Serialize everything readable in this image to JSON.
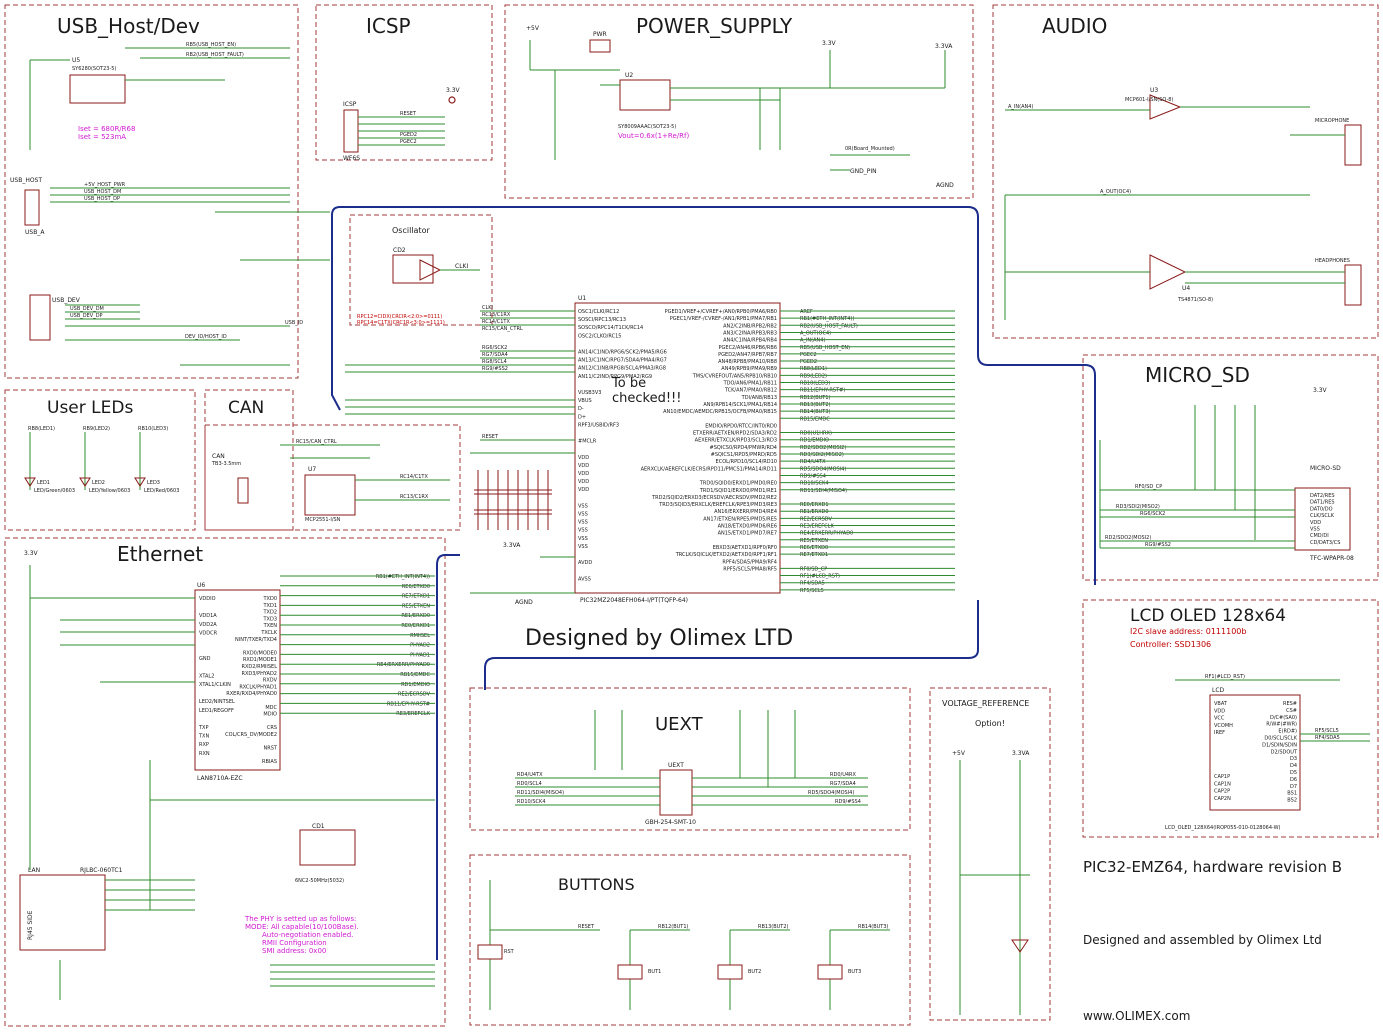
{
  "blocks": {
    "usb": "USB_Host/Dev",
    "icsp": "ICSP",
    "power": "POWER_SUPPLY",
    "audio": "AUDIO",
    "leds": "User LEDs",
    "can": "CAN",
    "micro_sd": "MICRO_SD",
    "ethernet": "Ethernet",
    "uext": "UEXT",
    "buttons": "BUTTONS",
    "voltage_ref": "VOLTAGE_REFERENCE",
    "lcd": "LCD OLED 128x64",
    "oscillator": "Oscillator"
  },
  "notes": {
    "to_be_checked": [
      "To be",
      "checked!!!"
    ],
    "designed_by": "Designed by Olimex LTD",
    "revision": "PIC32-EMZ64, hardware revision B",
    "assembled": "Designed and assembled by Olimex Ltd",
    "website": "www.OLIMEX.com",
    "option": "Option!",
    "i2c_addr": "I2C slave address: 0111100b",
    "controller": "Controller: SSD1306",
    "vout": "Vout=0.6x(1+Re/Rf)",
    "iset1": "Iset = 680R/R68",
    "iset2": "Iset = 523mA",
    "phy_note": [
      "The PHY is setted up as follows:",
      "MODE: All capable(10/100Base).",
      "Auto-negotiation enabled.",
      "RMII Configuration",
      "SMI address: 0x00"
    ],
    "osc_note1": "RPC12=CIDX(CRCIR<2:0>=0111)",
    "osc_note2": "RPC14=C1TX(CRC1R<3:0>=1111)"
  },
  "parts": {
    "mcu": "U1",
    "mcu_name": "PIC32MZ2048EFH064-I/PT(TQFP-64)",
    "u5": "U5",
    "u5_name": "SY6280(SOT23-5)",
    "u2": "U2",
    "u2_name": "SY8009AAAC(SOT23-5)",
    "u3": "U3",
    "u3_name": "MCP601-I/SN(SO-8)",
    "u4": "U4",
    "u4_name": "TS4871(SO-8)",
    "u6": "U6",
    "u6_name": "LAN8710A-EZC",
    "u7": "U7",
    "u7_name": "MCP2551-I/SN",
    "lan": "LAN",
    "lan_name": "RJLBC-060TC1",
    "rj45": "RJ45 SIDE",
    "cd1": "CD1",
    "cd1_name": "6NC2-50MHz(5032)",
    "cd2": "CD2",
    "uext": "UEXT",
    "uext_name": "GBH-254-SMT-10",
    "micro_sd": "MICRO-SD",
    "micro_sd_name": "TFC-WPAPR-08",
    "lcd": "LCD",
    "lcd_name": "LCD_OLED_128X64(IROP055-010-0128064-W)",
    "icsp": "ICSP",
    "icsp_name": "WF6S",
    "usb_host": "USB_HOST",
    "usb_a": "USB_A",
    "usb_dev": "USB_DEV",
    "pwr": "PWR",
    "microphone": "MICROPHONE",
    "headphones": "HEADPHONES",
    "can": "CAN",
    "can_name": "TB3-3.5mm"
  },
  "mcu_left_pins": [
    "OSC1/CLKI/RC12",
    "SOSCI/RPC13/RC13",
    "SOSCO/RPC14/T1CK/RC14",
    "OSC2/CLKO/RC15",
    "",
    "AN14/C1IND/RPG6/SCK2/PMA5/RG6",
    "AN13/C1INC/RPG7/SDA4/PMA4/RG7",
    "AN12/C1INB/RPG8/SCL4/PMA3/RG8",
    "AN11/C2IND/RPG9/PMA2/RG9",
    "",
    "VUSB3V3",
    "VBUS",
    "D-",
    "D+",
    "RPF3/USBID/RF3",
    "",
    "#MCLR",
    "",
    "VDD",
    "VDD",
    "VDD",
    "VDD",
    "VDD",
    "",
    "VSS",
    "VSS",
    "VSS",
    "VSS",
    "VSS",
    "VSS",
    "",
    "AVDD",
    "",
    "AVSS"
  ],
  "mcu_right_pins": [
    "PGED1/VREF+/CVREF+/AN0/RPB0/PMA6/RB0",
    "PGEC1/VREF-/CVREF-/AN1/RPB1/PMA7/RB1",
    "AN2/C2INB/RPB2/RB2",
    "AN3/C2INA/RPB3/RB3",
    "AN4/C1INA/RPB4/RB4",
    "PGEC2/AN46/RPB6/RB6",
    "PGED2/AN47/RPB7/RB7",
    "AN48/RPB8/PMA10/RB8",
    "AN49/RPB9/PMA9/RB9",
    "TMS/CVREFOUT/AN5/RPB10/RB10",
    "TDO/AN6/PMA1/RB11",
    "TCK/AN7/PMA0/RB12",
    "TDI/AN8/RB13",
    "AN9/RPB14/SCK1/PMA1/RB14",
    "AN10/EMDC/AEMDC/RPB15/OCFB/PMA0/RB15",
    "",
    "EMDIO/RPD0/RTCC/INT0/RD0",
    "ETXERR/AETXEN/RPD2/SDA3/RD2",
    "AEXERR/ETXCLK/RPD3/SCL3/RD3",
    "#SQICS0/RPD4/PMWR/RD4",
    "#SQICS1/RPD5/PMRD/RD5",
    "ECOL/RPD10/SCL4/RD10",
    "AERXCLK/AEREFCLK/ECRS/RPD11/PMCS1/PMA14/RD11",
    "",
    "TRD0/SQID0/ERXD1/PMD0/RE0",
    "TRD1/SQID1/ERXD0/PMD1/RE1",
    "TRD2/SQID2/ERXD3/ECRSDV/AECRSDV/PMD2/RE2",
    "TRD3/SQID3/ERXCLK/EREFCLK/RPE3/PMD3/RE3",
    "AN16/ERXERR/PMD4/RE4",
    "AN17/ETXEN/RPE5/PMD5/RE5",
    "AN18/ETXD0/PMD6/RE6",
    "AN15/ETXD1/PMD7/RE7",
    "",
    "EBXD3/AETXD1/RPF0/RF0",
    "TRCLK/SQICLK/ETXD2/AETXD0/RPF1/RF1",
    "RPF4/SDA5/PMA9/RF4",
    "RPF5/SCL5/PMA8/RF5"
  ],
  "mcu_right_nets": [
    "AREF",
    "RB1(#ETH_INT(INT4))",
    "RB2(USB_HOST_FAULT)",
    "A_OUT(OC4)",
    "A_IN(AN4)",
    "RB5(USB_HOST_EN)",
    "PGEC2",
    "PGED2",
    "RB8(LED1)",
    "RB9(LED2)",
    "RB10(LED3)",
    "RB11(EPHY-RST#)",
    "RB12(BUT1)",
    "RB13(BUT2)",
    "RB14(BUT3)",
    "RB15/EMDC",
    "",
    "RD0(U1HRX)",
    "RD1/EMDIO",
    "RD2/SDO2(MOSI2)",
    "RD3/SDI2(MISO2)",
    "RD4/U4TX",
    "RD5/SDO4(MOSI4)",
    "RD9/#SS4",
    "RD10/SCK4",
    "RD11/SDI4(MISO4)",
    "",
    "RE0/ERXD1",
    "RE1/ERXD0",
    "RE2/ECRSDV",
    "RE3/EREFCLK",
    "RE4/ERXERR/PHYAD0",
    "RE5/ETXEN",
    "RE6/ETXD0",
    "RE7/ETXD1",
    "",
    "RF0/SD_CP",
    "RF1(#LCD_RST)",
    "RF4/SDA5",
    "RF5/SCL5"
  ],
  "phy_left_pins": [
    "VDDIO",
    "",
    "VDD1A",
    "VDD2A",
    "VDDCR",
    "",
    "",
    "GND",
    "",
    "XTAL2",
    "XTAL1/CLKIN",
    "",
    "LED2/NINTSEL",
    "LED1/REGOFF",
    "",
    "TXP",
    "TXN",
    "RXP",
    "RXN"
  ],
  "phy_right_pins": [
    "TXD0",
    "TXD1",
    "TXD2",
    "TXD3",
    "TXEN",
    "TXCLK",
    "NINT/TXER/TXD4",
    "",
    "RXD0/MODE0",
    "RXD1/MODE1",
    "RXD2/RMIISEL",
    "RXD3/PHYAD2",
    "RXDV",
    "RXCLK/PHYAD1",
    "RXER/RXD4/PHYAD0",
    "",
    "MDC",
    "MDIO",
    "",
    "CRS",
    "COL/CRS_DV/MODE2",
    "",
    "NRST",
    "",
    "RBIAS"
  ],
  "eth_nets": [
    "RB1(#ETH_INT(INT4))",
    "RE6/ETXD0",
    "RE7/ETXD1",
    "RE5/ETXEN",
    "RE1/ERXD0",
    "RE0/ERXD1",
    "RMIISEL",
    "PHYAD2",
    "PHYAD1",
    "RE4/ERXERR/PHYAD0",
    "RB15/EMDC",
    "RD1/EMDIO",
    "RE2/ECRSDV",
    "RB11/EPHY-RST#",
    "RE3/EREFCLK",
    "RE4/ERXERR/PHYAD0",
    "PHYAD1",
    "PHYAD2",
    "RMIISEL"
  ],
  "uext_nets_left": [
    "RD4/U4TX",
    "RD0/SCL4",
    "RD11/SDI4(MISO4)",
    "RD10/SCK4"
  ],
  "uext_nets_right": [
    "RD0/U4RX",
    "RG7/SDA4",
    "RD5/SDO4(MOSI4)",
    "RD9/#SS4"
  ],
  "buttons": [
    "RST",
    "BUT1",
    "BUT2",
    "BUT3"
  ],
  "button_nets": [
    "RESET",
    "RB12(BUT1)",
    "RB13(BUT2)",
    "RB14(BUT3)"
  ],
  "leds": [
    "LED1",
    "LED2",
    "LED3"
  ],
  "led_nets": [
    "RB8(LED1)",
    "RB9(LED2)",
    "RB10(LED3)"
  ],
  "led_colors": [
    "LED/Green/0603",
    "LED/Yellow/0603",
    "LED/Red/0603"
  ],
  "sd_nets": [
    "RF0/SD_CP",
    "RD3/SDI2(MISO2)",
    "RG6/SCK2",
    "RD2/SDO2(MOSI2)",
    "RG9/#SS2"
  ],
  "sd_pins": [
    "DAT2/RES",
    "DAT1/RES",
    "DAT0/DO",
    "CLK/SCLK",
    "VDD",
    "VSS",
    "CMD/DI",
    "CD/DAT3/CS"
  ],
  "lcd_pins_left": [
    "VBAT",
    "VDD",
    "VCC",
    "VCOMH",
    "IREF",
    "",
    "",
    "",
    "",
    "",
    "CAP1P",
    "CAP1N",
    "CAP2P",
    "CAP2N"
  ],
  "lcd_pins_right": [
    "RES#",
    "CS#",
    "D/C#(SA0)",
    "R/W#(#WR)",
    "E(RD#)",
    "D0/SCL/SCLK",
    "D1/SDIN/SDIN",
    "D2/SDOUT",
    "D3",
    "D4",
    "D5",
    "D6",
    "D7",
    "BS1",
    "BS2"
  ],
  "lcd_nets": [
    "RF1(#LCD_RST)",
    "RF5/SCL5",
    "RF4/SDA5"
  ],
  "power_labels": [
    "+5V",
    "3.3V",
    "3.3VA",
    "AGND",
    "GND_PIN",
    "0R(Board_Mounted)"
  ],
  "audio_nets": [
    "A_IN(AN4)",
    "A_OUT(OC4)"
  ],
  "usb_nets": [
    "RB5(USB_HOST_EN)",
    "RB2(USB_HOST_FAULT)",
    "+5V_HOST_PWR",
    "USB_HOST_DM",
    "USB_HOST_DP",
    "USB_DEV_DM",
    "USB_DEV_DP",
    "USB_ID",
    "DEV_ID/HOST_ID"
  ],
  "can_nets": [
    "RC15/CAN_CTRL",
    "RC14/C1TX",
    "RC13/C1RX"
  ],
  "icsp_nets": [
    "RESET",
    "PGED2",
    "PGEC2"
  ],
  "osc_nets": [
    "CLKI",
    "RC13/C1RX",
    "RC14/C1TX",
    "RC15/CAN_CTRL",
    "RG6/SCK2",
    "RG7/SDA4",
    "RG8/SCL4",
    "RG9/#SS2"
  ],
  "colors": {
    "wire": "#2e8b2e",
    "bus": "#1c2d8c",
    "part": "#8b1a1a",
    "frame": "#a23a3a",
    "note": "#d11ad1"
  }
}
